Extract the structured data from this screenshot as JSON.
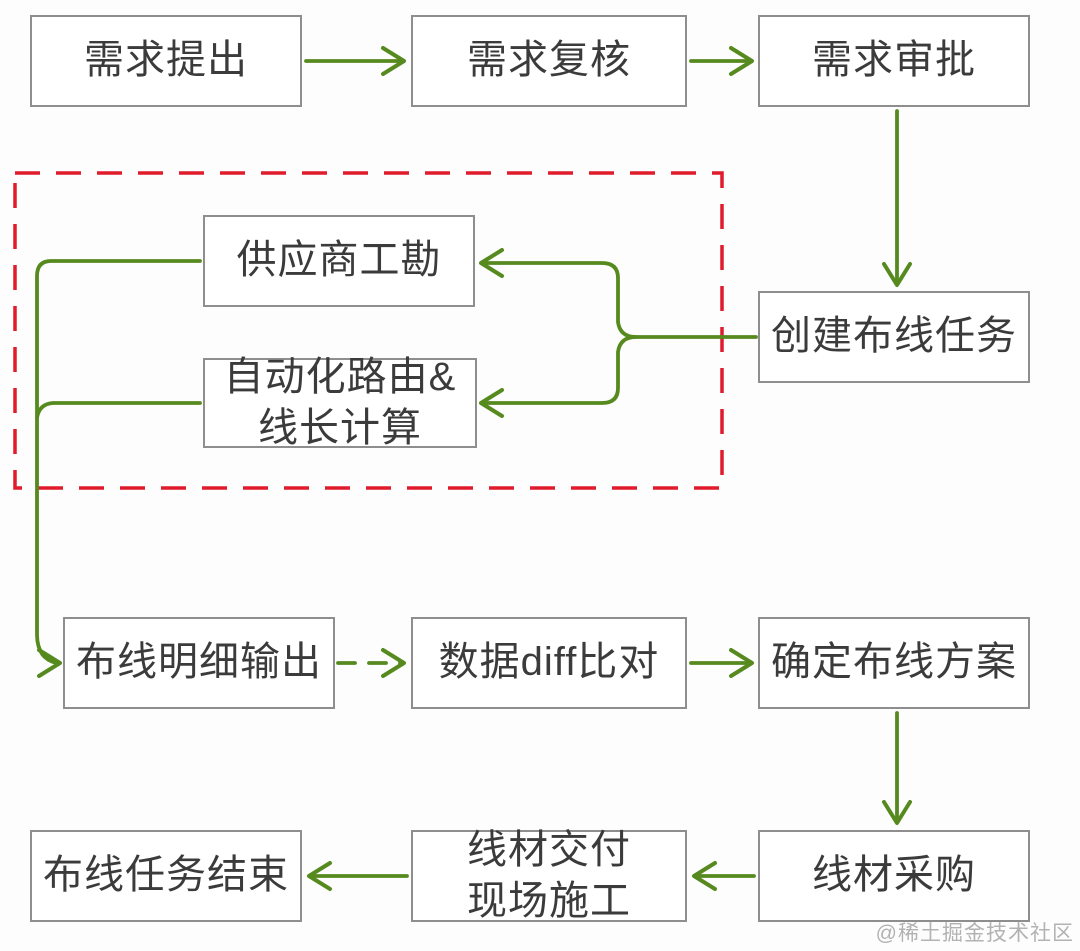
{
  "diagram": {
    "title": "cabling-workflow-flowchart",
    "colors": {
      "arrow_green": "#568a1e",
      "region_dashed_red": "#e01b2b",
      "node_border_gray": "#8e8e8e",
      "node_text": "#3b3b3b",
      "watermark_gray": "#b2b2b2"
    },
    "nodes": [
      {
        "id": "demand-proposal",
        "label": "需求提出"
      },
      {
        "id": "demand-review",
        "label": "需求复核"
      },
      {
        "id": "demand-approval",
        "label": "需求审批"
      },
      {
        "id": "create-cabling-task",
        "label": "创建布线任务"
      },
      {
        "id": "supplier-survey",
        "label": "供应商工勘"
      },
      {
        "id": "auto-routing-length-calc",
        "label": "自动化路由&\n线长计算"
      },
      {
        "id": "cabling-detail-output",
        "label": "布线明细输出"
      },
      {
        "id": "data-diff-compare",
        "label": "数据diff比对"
      },
      {
        "id": "confirm-cabling-plan",
        "label": "确定布线方案"
      },
      {
        "id": "cabling-task-end",
        "label": "布线任务结束"
      },
      {
        "id": "cable-delivery-construction",
        "label": "线材交付\n现场施工"
      },
      {
        "id": "cable-procurement",
        "label": "线材采购"
      }
    ],
    "edges": [
      {
        "from": "demand-proposal",
        "to": "demand-review",
        "style": "solid"
      },
      {
        "from": "demand-review",
        "to": "demand-approval",
        "style": "solid"
      },
      {
        "from": "demand-approval",
        "to": "create-cabling-task",
        "style": "solid"
      },
      {
        "from": "create-cabling-task",
        "to": "supplier-survey",
        "style": "solid"
      },
      {
        "from": "create-cabling-task",
        "to": "auto-routing-length-calc",
        "style": "solid"
      },
      {
        "from": "supplier-survey",
        "to": "cabling-detail-output",
        "style": "solid"
      },
      {
        "from": "auto-routing-length-calc",
        "to": "cabling-detail-output",
        "style": "solid"
      },
      {
        "from": "cabling-detail-output",
        "to": "data-diff-compare",
        "style": "dashed"
      },
      {
        "from": "data-diff-compare",
        "to": "confirm-cabling-plan",
        "style": "solid"
      },
      {
        "from": "confirm-cabling-plan",
        "to": "cable-procurement",
        "style": "solid"
      },
      {
        "from": "cable-procurement",
        "to": "cable-delivery-construction",
        "style": "solid"
      },
      {
        "from": "cable-delivery-construction",
        "to": "cabling-task-end",
        "style": "solid"
      }
    ],
    "dashed_region_contains": [
      "supplier-survey",
      "auto-routing-length-calc"
    ],
    "watermark": "@稀土掘金技术社区"
  }
}
